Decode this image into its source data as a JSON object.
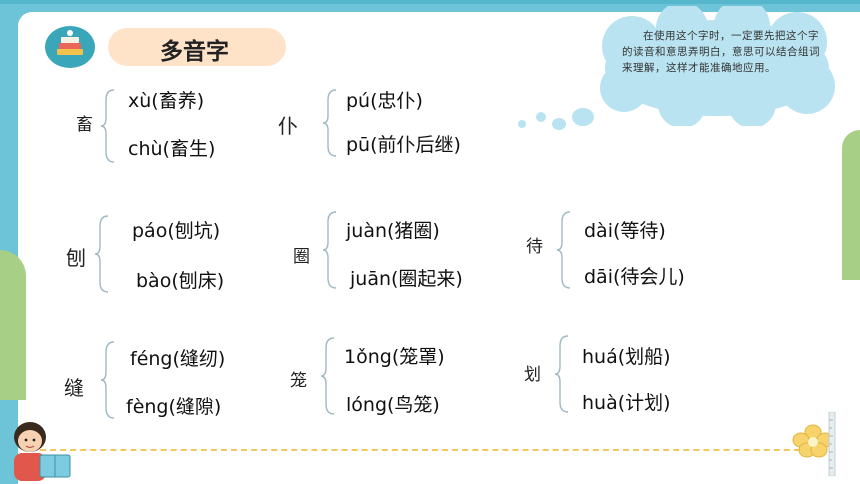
{
  "title": "多音字",
  "note": "在使用这个字时，一定要先把这个字的读音和意思弄明白，意思可以结合组词来理解，这样才能准确地应用。",
  "groups": [
    {
      "char": "畜",
      "readings": [
        "xù(畜养)",
        "chù(畜生)"
      ]
    },
    {
      "char": "仆",
      "readings": [
        "pú(忠仆)",
        "pū(前仆后继)"
      ]
    },
    {
      "char": "刨",
      "readings": [
        "páo(刨坑)",
        "bào(刨床)"
      ]
    },
    {
      "char": "圈",
      "readings": [
        "juàn(猪圈)",
        "juān(圈起来)"
      ]
    },
    {
      "char": "待",
      "readings": [
        "dài(等待)",
        "dāi(待会儿)"
      ]
    },
    {
      "char": "缝",
      "readings": [
        "féng(缝纫)",
        "fèng(缝隙)"
      ]
    },
    {
      "char": "笼",
      "readings": [
        "1ǒng(笼罩)",
        "lóng(鸟笼)"
      ]
    },
    {
      "char": "划",
      "readings": [
        "huá(划船)",
        "huà(计划)"
      ]
    }
  ],
  "colors": {
    "background": "#6dc3d7",
    "panel": "#ffffff",
    "title_pill": "#ffe3c8",
    "cloud": "#b9e3f0",
    "dash": "#f1c75e",
    "hill": "#a8cf86"
  },
  "icons": {
    "badge": "books-badge-icon",
    "cloud": "thought-cloud-icon",
    "character": "reading-kid-illustration",
    "flower": "flower-icon"
  }
}
